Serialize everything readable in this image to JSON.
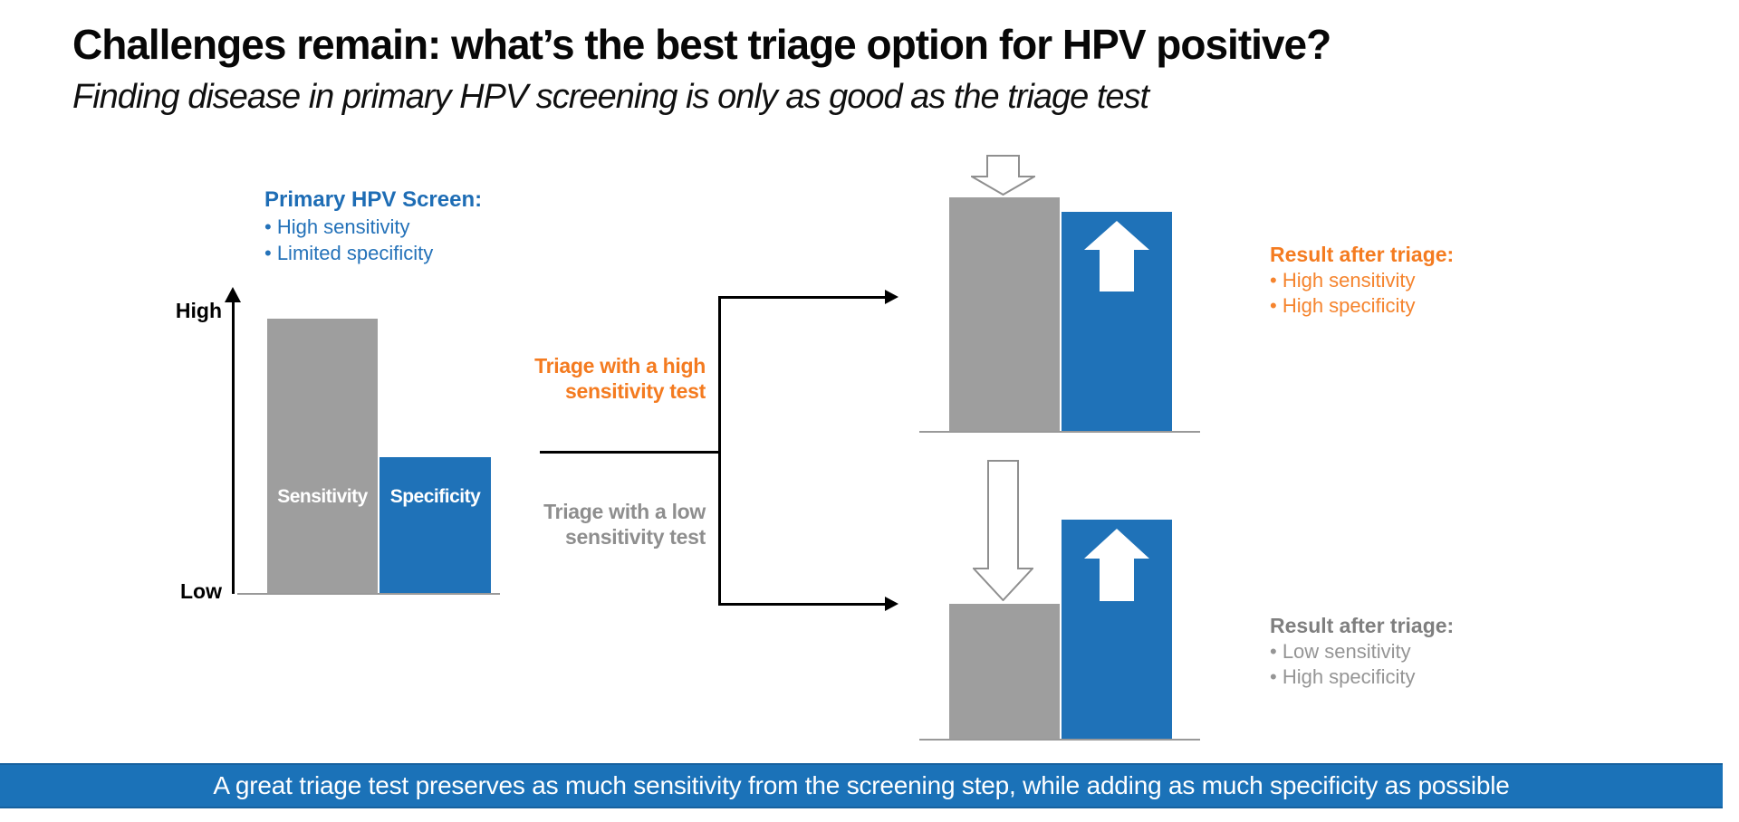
{
  "slide": {
    "title": "Challenges remain: what’s the best triage option for HPV positive?",
    "subtitle": "Finding disease in primary HPV screening is only as good as the triage test",
    "banner": "A great triage test preserves as much sensitivity from the screening step, while adding as much specificity as possible"
  },
  "colors": {
    "blue": "#1F72B8",
    "blue_text": "#1E6DB5",
    "orange": "#F47B20",
    "gray_bar": "#9E9E9E",
    "gray_text": "#8E8E8E"
  },
  "primary_screen": {
    "heading": "Primary HPV Screen:",
    "bullets": [
      "• High sensitivity",
      "• Limited specificity"
    ],
    "axis": {
      "high": "High",
      "low": "Low"
    },
    "bars": [
      {
        "label": "Sensitivity",
        "level": "high",
        "color": "#9E9E9E"
      },
      {
        "label": "Specificity",
        "level": "limited",
        "color": "#1F72B8"
      }
    ]
  },
  "branches": {
    "high": {
      "line1": "Triage with a high",
      "line2": "sensitivity test"
    },
    "low": {
      "line1": "Triage with a low",
      "line2": "sensitivity test"
    }
  },
  "result_high": {
    "heading": "Result after triage:",
    "bullets": [
      "• High sensitivity",
      "• High specificity"
    ]
  },
  "result_low": {
    "heading": "Result after triage:",
    "bullets": [
      "• Low sensitivity",
      "• High specificity"
    ]
  }
}
